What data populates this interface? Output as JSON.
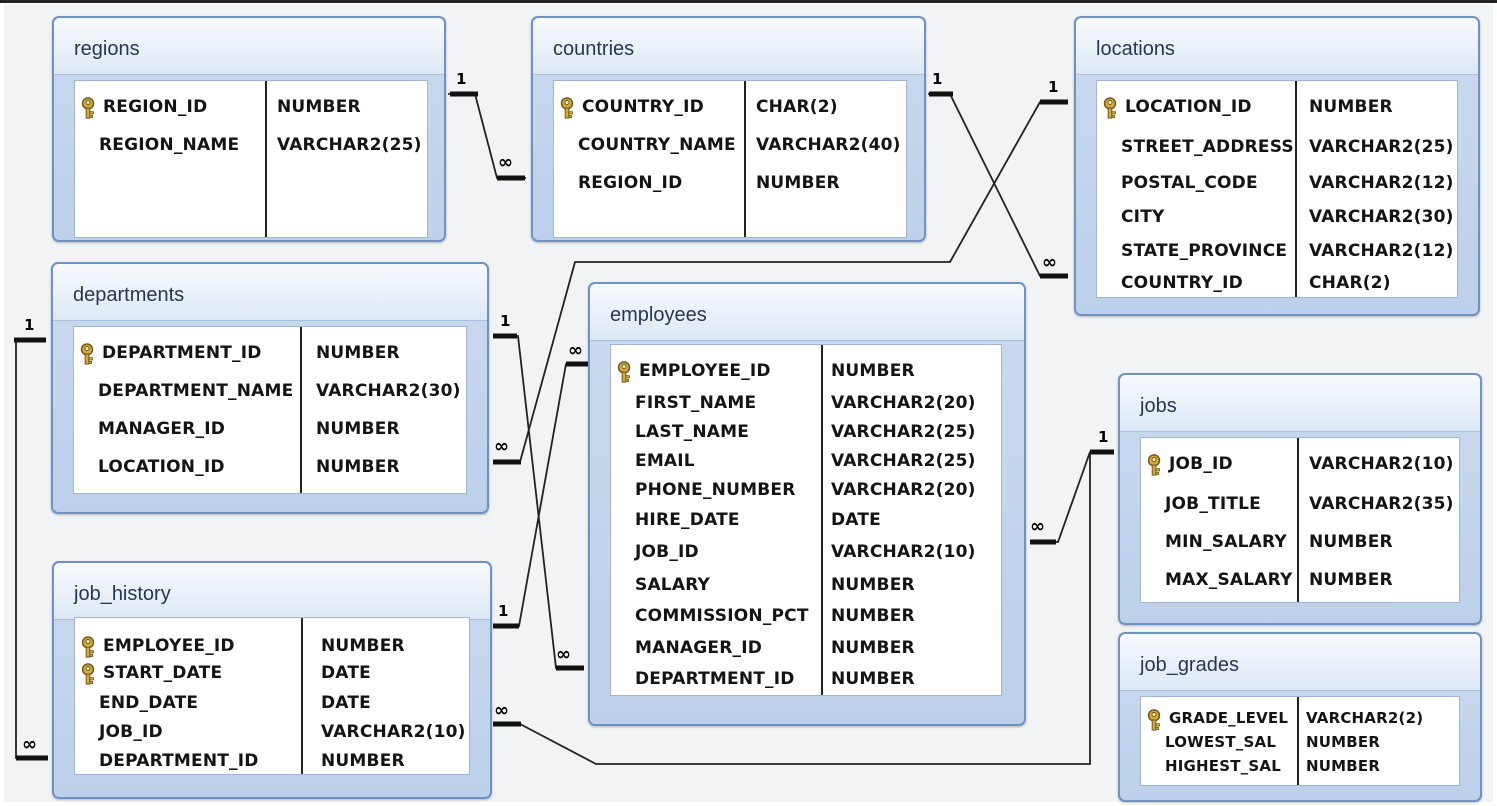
{
  "tables": {
    "regions": {
      "title": "regions",
      "fields": [
        {
          "name": "REGION_ID",
          "type": "NUMBER",
          "key": true
        },
        {
          "name": "REGION_NAME",
          "type": "VARCHAR2(25)",
          "key": false
        }
      ]
    },
    "countries": {
      "title": "countries",
      "fields": [
        {
          "name": "COUNTRY_ID",
          "type": "CHAR(2)",
          "key": true
        },
        {
          "name": "COUNTRY_NAME",
          "type": "VARCHAR2(40)",
          "key": false
        },
        {
          "name": "REGION_ID",
          "type": "NUMBER",
          "key": false
        }
      ]
    },
    "locations": {
      "title": "locations",
      "fields": [
        {
          "name": "LOCATION_ID",
          "type": "NUMBER",
          "key": true
        },
        {
          "name": "STREET_ADDRESS",
          "type": "VARCHAR2(25)",
          "key": false
        },
        {
          "name": "POSTAL_CODE",
          "type": "VARCHAR2(12)",
          "key": false
        },
        {
          "name": "CITY",
          "type": "VARCHAR2(30)",
          "key": false
        },
        {
          "name": "STATE_PROVINCE",
          "type": "VARCHAR2(12)",
          "key": false
        },
        {
          "name": "COUNTRY_ID",
          "type": "CHAR(2)",
          "key": false
        }
      ]
    },
    "departments": {
      "title": "departments",
      "fields": [
        {
          "name": "DEPARTMENT_ID",
          "type": "NUMBER",
          "key": true
        },
        {
          "name": "DEPARTMENT_NAME",
          "type": "VARCHAR2(30)",
          "key": false
        },
        {
          "name": "MANAGER_ID",
          "type": "NUMBER",
          "key": false
        },
        {
          "name": "LOCATION_ID",
          "type": "NUMBER",
          "key": false
        }
      ]
    },
    "employees": {
      "title": "employees",
      "fields": [
        {
          "name": "EMPLOYEE_ID",
          "type": "NUMBER",
          "key": true
        },
        {
          "name": "FIRST_NAME",
          "type": "VARCHAR2(20)",
          "key": false
        },
        {
          "name": "LAST_NAME",
          "type": "VARCHAR2(25)",
          "key": false
        },
        {
          "name": "EMAIL",
          "type": "VARCHAR2(25)",
          "key": false
        },
        {
          "name": "PHONE_NUMBER",
          "type": "VARCHAR2(20)",
          "key": false
        },
        {
          "name": "HIRE_DATE",
          "type": "DATE",
          "key": false
        },
        {
          "name": "JOB_ID",
          "type": "VARCHAR2(10)",
          "key": false
        },
        {
          "name": "SALARY",
          "type": "NUMBER",
          "key": false
        },
        {
          "name": "COMMISSION_PCT",
          "type": "NUMBER",
          "key": false
        },
        {
          "name": "MANAGER_ID",
          "type": "NUMBER",
          "key": false
        },
        {
          "name": "DEPARTMENT_ID",
          "type": "NUMBER",
          "key": false
        }
      ]
    },
    "jobs": {
      "title": "jobs",
      "fields": [
        {
          "name": "JOB_ID",
          "type": "VARCHAR2(10)",
          "key": true
        },
        {
          "name": "JOB_TITLE",
          "type": "VARCHAR2(35)",
          "key": false
        },
        {
          "name": "MIN_SALARY",
          "type": "NUMBER",
          "key": false
        },
        {
          "name": "MAX_SALARY",
          "type": "NUMBER",
          "key": false
        }
      ]
    },
    "job_history": {
      "title": "job_history",
      "fields": [
        {
          "name": "EMPLOYEE_ID",
          "type": "NUMBER",
          "key": true
        },
        {
          "name": "START_DATE",
          "type": "DATE",
          "key": true
        },
        {
          "name": "END_DATE",
          "type": "DATE",
          "key": false
        },
        {
          "name": "JOB_ID",
          "type": "VARCHAR2(10)",
          "key": false
        },
        {
          "name": "DEPARTMENT_ID",
          "type": "NUMBER",
          "key": false
        }
      ]
    },
    "job_grades": {
      "title": "job_grades",
      "fields": [
        {
          "name": "GRADE_LEVEL",
          "type": "VARCHAR2(2)",
          "key": true
        },
        {
          "name": "LOWEST_SAL",
          "type": "NUMBER",
          "key": false
        },
        {
          "name": "HIGHEST_SAL",
          "type": "NUMBER",
          "key": false
        }
      ]
    }
  },
  "cardinality": {
    "one": "1",
    "many": "∞"
  },
  "icons": {
    "primary_key": "key-icon"
  },
  "colors": {
    "panel_border": "#6e92c4",
    "panel_fill": "#bdd0ea",
    "key_gold": "#c8a235"
  }
}
